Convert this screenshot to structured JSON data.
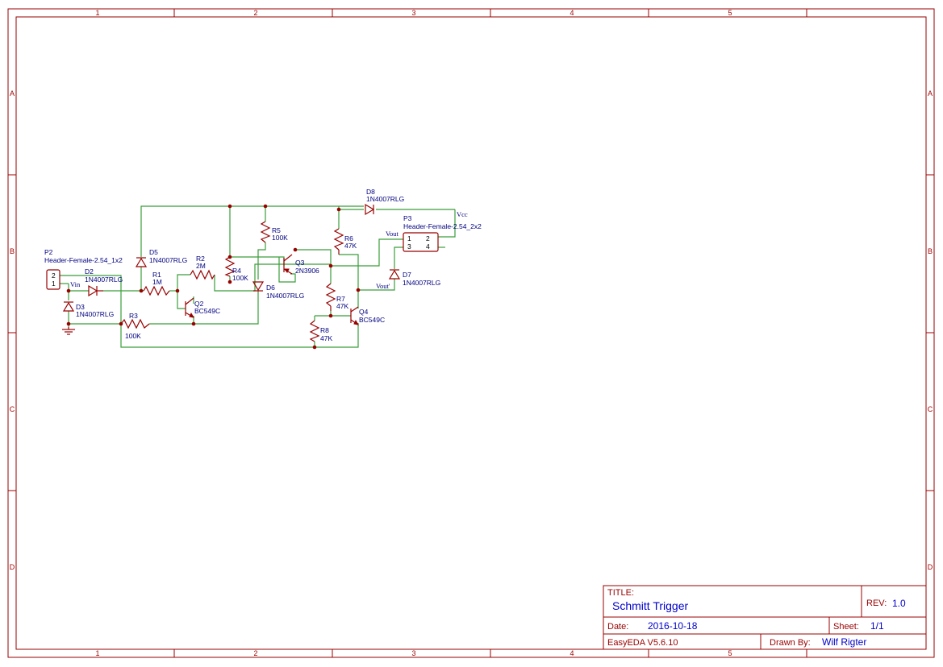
{
  "frame": {
    "columns": [
      "1",
      "2",
      "3",
      "4",
      "5"
    ],
    "rows": [
      "A",
      "B",
      "C",
      "D"
    ]
  },
  "components": {
    "P2": {
      "ref": "P2",
      "value": "Header-Female-2.54_1x2",
      "pins": [
        "2",
        "1"
      ]
    },
    "P3": {
      "ref": "P3",
      "value": "Header-Female-2.54_2x2",
      "pins": [
        "1",
        "2",
        "3",
        "4"
      ]
    },
    "D2": {
      "ref": "D2",
      "value": "1N4007RLG"
    },
    "D3": {
      "ref": "D3",
      "value": "1N4007RLG"
    },
    "D5": {
      "ref": "D5",
      "value": "1N4007RLG"
    },
    "D6": {
      "ref": "D6",
      "value": "1N4007RLG"
    },
    "D7": {
      "ref": "D7",
      "value": "1N4007RLG"
    },
    "D8": {
      "ref": "D8",
      "value": "1N4007RLG"
    },
    "R1": {
      "ref": "R1",
      "value": "1M"
    },
    "R2": {
      "ref": "R2",
      "value": "2M"
    },
    "R3": {
      "ref": "R3",
      "value": "100K"
    },
    "R4": {
      "ref": "R4",
      "value": "100K"
    },
    "R5": {
      "ref": "R5",
      "value": "100K"
    },
    "R6": {
      "ref": "R6",
      "value": "47K"
    },
    "R7": {
      "ref": "R7",
      "value": "47K"
    },
    "R8": {
      "ref": "R8",
      "value": "47K"
    },
    "Q2": {
      "ref": "Q2",
      "value": "BC549C"
    },
    "Q3": {
      "ref": "Q3",
      "value": "2N3906"
    },
    "Q4": {
      "ref": "Q4",
      "value": "BC549C"
    }
  },
  "nets": {
    "vin": "Vin",
    "vcc": "Vcc",
    "vout": "Vout",
    "vout_prime": "Vout'"
  },
  "title_block": {
    "title_label": "TITLE:",
    "title": "Schmitt Trigger",
    "rev_label": "REV:",
    "rev": "1.0",
    "date_label": "Date:",
    "date": "2016-10-18",
    "sheet_label": "Sheet:",
    "sheet": "1/1",
    "tool": "EasyEDA V5.6.10",
    "drawn_by_label": "Drawn By:",
    "drawn_by": "Wilf Rigter"
  }
}
